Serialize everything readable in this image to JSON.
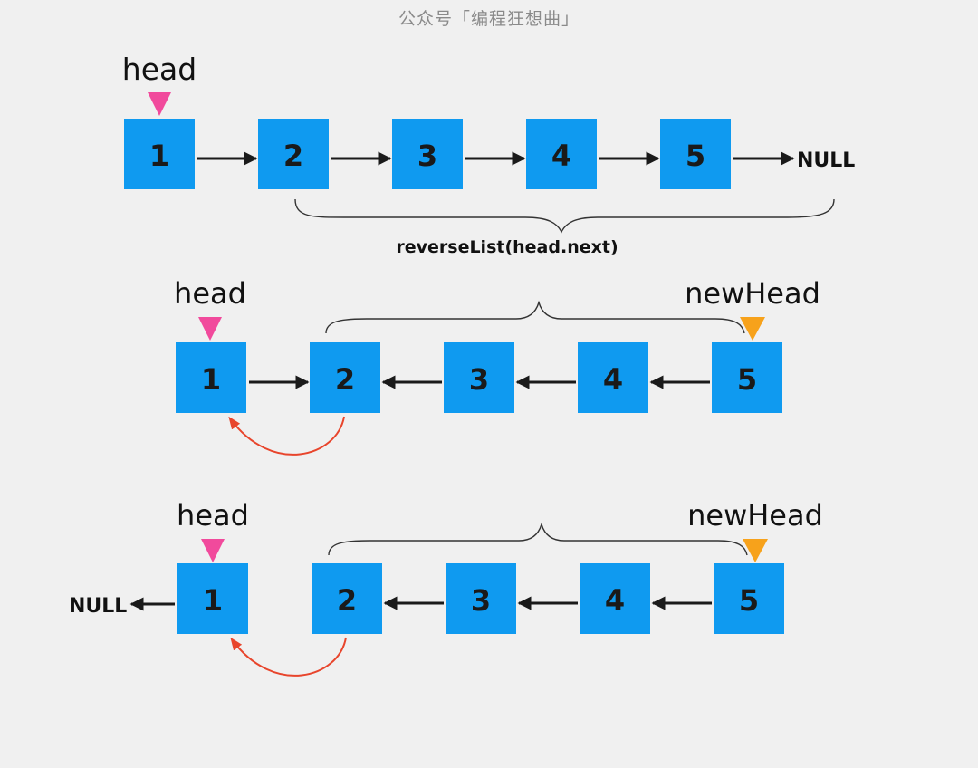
{
  "watermark": "公众号「编程狂想曲」",
  "colors": {
    "background": "#f0f0f0",
    "node_fill": "#0f9af0",
    "head_pointer": "#f14a9c",
    "newhead_pointer": "#f7a21b",
    "link_arrow": "#1a1a1a",
    "reverse_arrow": "#e8452c",
    "brace": "#333333"
  },
  "rows": [
    {
      "id": "row1",
      "nodes": [
        "1",
        "2",
        "3",
        "4",
        "5"
      ],
      "head_label": "head",
      "newhead_label": "",
      "right_null": "NULL",
      "left_null": "",
      "brace_caption": "reverseList(head.next)"
    },
    {
      "id": "row2",
      "nodes": [
        "1",
        "2",
        "3",
        "4",
        "5"
      ],
      "head_label": "head",
      "newhead_label": "newHead",
      "right_null": "",
      "left_null": "",
      "brace_caption": ""
    },
    {
      "id": "row3",
      "nodes": [
        "1",
        "2",
        "3",
        "4",
        "5"
      ],
      "head_label": "head",
      "newhead_label": "newHead",
      "right_null": "",
      "left_null": "NULL",
      "brace_caption": ""
    }
  ]
}
